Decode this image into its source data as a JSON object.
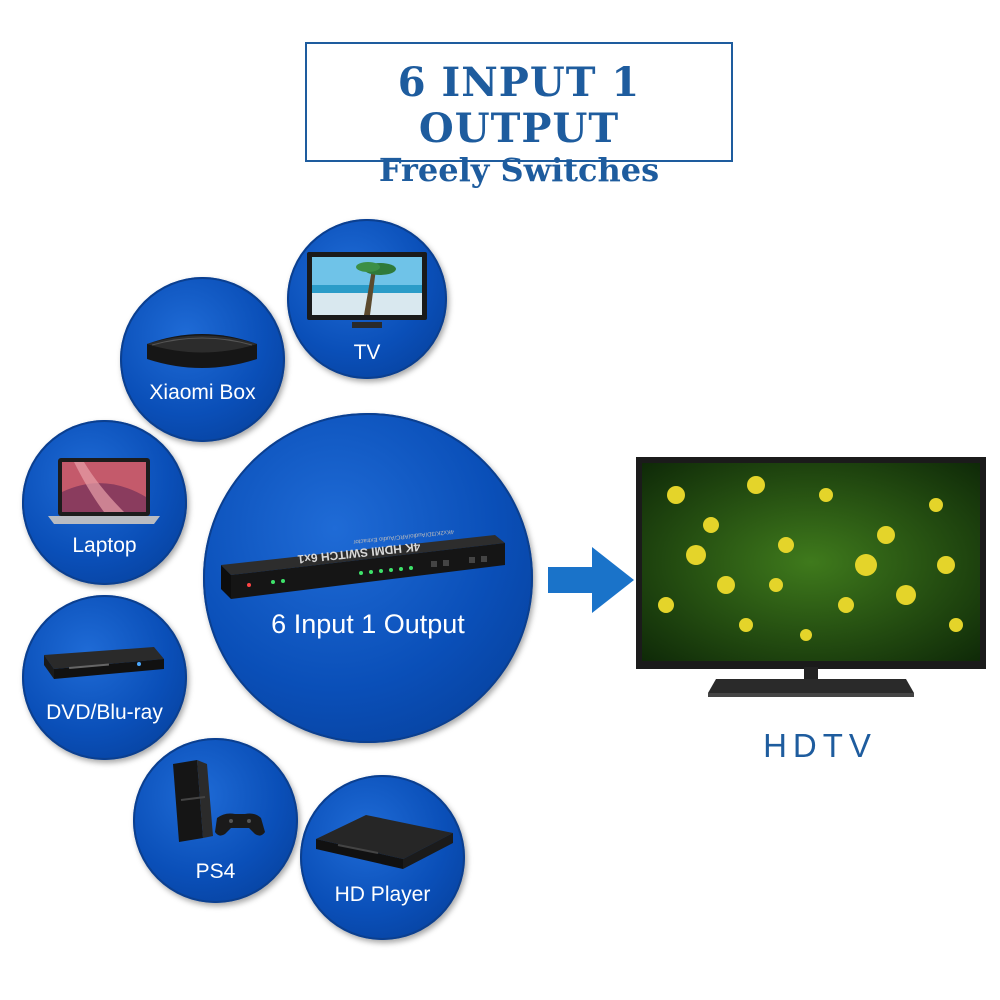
{
  "title": {
    "line1": "6 INPUT 1 OUTPUT",
    "line2": "Freely Switches"
  },
  "inputs": [
    {
      "label": "TV",
      "icon": "tv-icon"
    },
    {
      "label": "Xiaomi Box",
      "icon": "set-top-box-icon"
    },
    {
      "label": "Laptop",
      "icon": "laptop-icon"
    },
    {
      "label": "DVD/Blu-ray",
      "icon": "dvd-player-icon"
    },
    {
      "label": "PS4",
      "icon": "game-console-icon"
    },
    {
      "label": "HD Player",
      "icon": "media-player-icon"
    }
  ],
  "switch": {
    "label": "6 Input 1 Output",
    "device_text": "4K HDMI SWITCH 6x1",
    "device_subtext": "4Kx2K/3D/Audio/ARC/Audio Extractor"
  },
  "output": {
    "label": "HDTV"
  },
  "colors": {
    "accent": "#1e5c9e",
    "bubble": "#0a4fb8",
    "arrow": "#1a73c9"
  }
}
